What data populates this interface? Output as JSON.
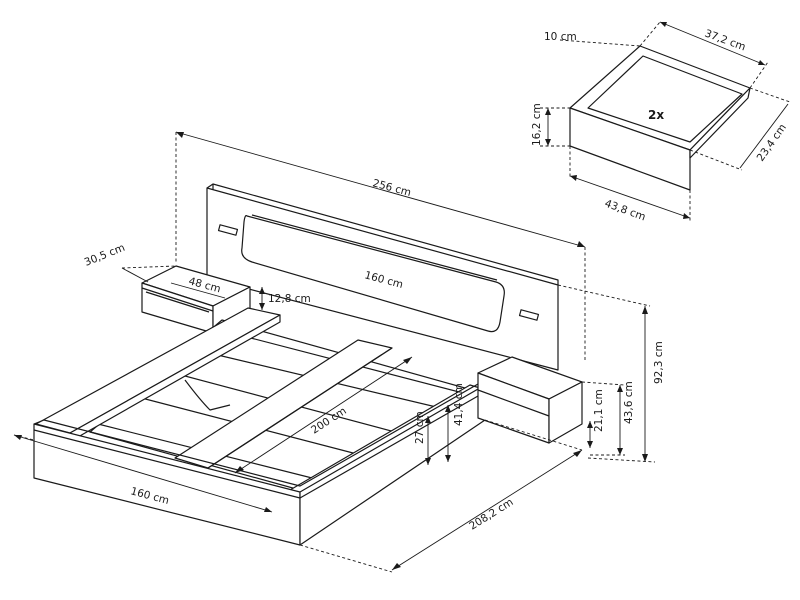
{
  "labels": {
    "total_width": "256 cm",
    "headboard_panel": "160 cm",
    "frame_width": "160 cm",
    "mattress_length": "200 cm",
    "frame_length": "208,2 cm",
    "headboard_height": "92,3 cm",
    "frame_height": "27 cm",
    "rail_height": "41,4 cm",
    "nightstand_top_height": "43,6 cm",
    "nightstand_body_height": "21,1 cm",
    "nightstand_width": "48 cm",
    "nightstand_depth": "30,5 cm",
    "nightstand_drawer_height": "12,8 cm",
    "drawer_width": "37,2 cm",
    "drawer_front_width": "43,8 cm",
    "drawer_depth": "23,4 cm",
    "drawer_height": "16,2 cm",
    "drawer_side": "10 cm",
    "drawer_quantity": "2x"
  }
}
